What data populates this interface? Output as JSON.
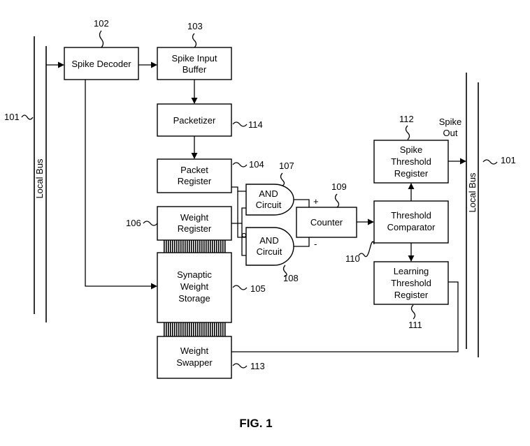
{
  "figure": {
    "caption": "FIG. 1"
  },
  "blocks": {
    "spike_decoder": {
      "label": "Spike Decoder",
      "ref": "102"
    },
    "spike_input_buffer": {
      "line1": "Spike Input",
      "line2": "Buffer",
      "ref": "103"
    },
    "packetizer": {
      "label": "Packetizer",
      "ref": "114"
    },
    "packet_register": {
      "line1": "Packet",
      "line2": "Register",
      "ref": "104"
    },
    "weight_register": {
      "line1": "Weight",
      "line2": "Register",
      "ref": "106"
    },
    "synaptic_weight_storage": {
      "line1": "Synaptic",
      "line2": "Weight",
      "line3": "Storage",
      "ref": "105"
    },
    "weight_swapper": {
      "line1": "Weight",
      "line2": "Swapper",
      "ref": "113"
    },
    "and_circuit_top": {
      "line1": "AND",
      "line2": "Circuit",
      "ref": "107"
    },
    "and_circuit_bottom": {
      "line1": "AND",
      "line2": "Circuit",
      "ref": "108"
    },
    "counter": {
      "label": "Counter",
      "ref": "109",
      "plus": "+",
      "minus": "-"
    },
    "threshold_comparator": {
      "line1": "Threshold",
      "line2": "Comparator",
      "ref": "110"
    },
    "spike_threshold_register": {
      "line1": "Spike",
      "line2": "Threshold",
      "line3": "Register",
      "ref": "112"
    },
    "learning_threshold_register": {
      "line1": "Learning",
      "line2": "Threshold",
      "line3": "Register",
      "ref": "111"
    }
  },
  "buses": {
    "left": {
      "label": "Local Bus",
      "ref": "101"
    },
    "right": {
      "label": "Local Bus",
      "ref": "101"
    }
  },
  "annotations": {
    "spike_out_line1": "Spike",
    "spike_out_line2": "Out"
  }
}
